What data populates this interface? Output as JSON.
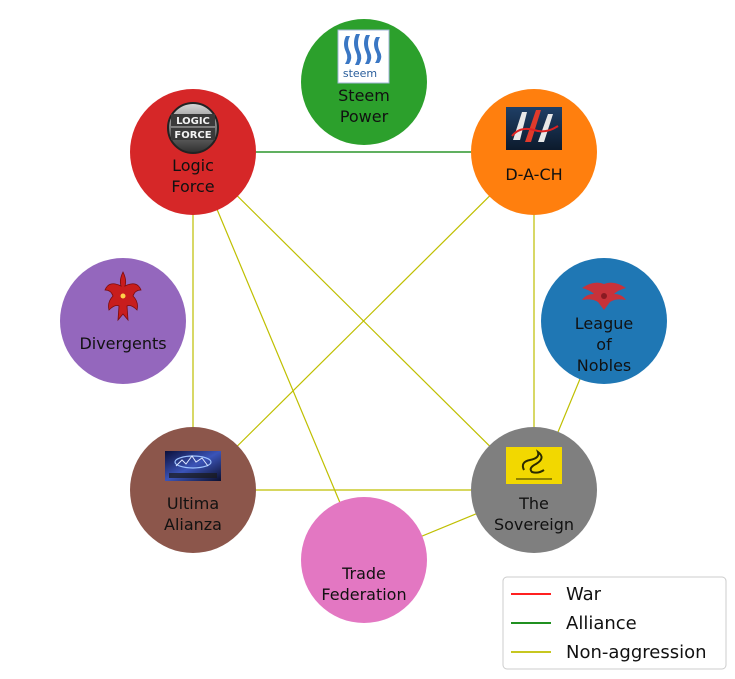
{
  "nodes": {
    "steem": {
      "label_lines": [
        "Steem",
        "Power"
      ],
      "color": "#2ca02c",
      "logo": "steem-logo-icon",
      "logo_text": "steem"
    },
    "dach": {
      "label_lines": [
        "D-A-CH"
      ],
      "color": "#ff7f0e",
      "logo": "dach-logo-icon"
    },
    "logic": {
      "label_lines": [
        "Logic",
        "Force"
      ],
      "color": "#d62728",
      "logo": "logic-force-logo-icon",
      "logo_text": [
        "LOGIC",
        "FORCE"
      ]
    },
    "divergents": {
      "label_lines": [
        "Divergents"
      ],
      "color": "#9467bd",
      "logo": "phoenix-icon"
    },
    "league": {
      "label_lines": [
        "League",
        "of",
        "Nobles"
      ],
      "color": "#1f77b4",
      "logo": "winged-crest-icon"
    },
    "ultima": {
      "label_lines": [
        "Ultima",
        "Alianza"
      ],
      "color": "#8c564b",
      "logo": "ultima-alianza-logo-icon"
    },
    "sovereign": {
      "label_lines": [
        "The",
        "Sovereign"
      ],
      "color": "#7f7f7f",
      "logo": "gadsden-flag-icon"
    },
    "trade": {
      "label_lines": [
        "Trade",
        "Federation"
      ],
      "color": "#e377c2"
    }
  },
  "edges": [
    {
      "from": "logic",
      "to": "dach",
      "type": "alliance"
    },
    {
      "from": "logic",
      "to": "ultima",
      "type": "non_aggression"
    },
    {
      "from": "logic",
      "to": "trade",
      "type": "non_aggression"
    },
    {
      "from": "logic",
      "to": "sovereign",
      "type": "non_aggression"
    },
    {
      "from": "dach",
      "to": "ultima",
      "type": "non_aggression"
    },
    {
      "from": "dach",
      "to": "sovereign",
      "type": "non_aggression"
    },
    {
      "from": "ultima",
      "to": "sovereign",
      "type": "non_aggression"
    },
    {
      "from": "sovereign",
      "to": "league",
      "type": "non_aggression"
    },
    {
      "from": "sovereign",
      "to": "trade",
      "type": "non_aggression"
    }
  ],
  "edge_colors": {
    "war": "#ff0000",
    "alliance": "#008000",
    "non_aggression": "#bfbf00"
  },
  "legend": {
    "items": [
      {
        "key": "war",
        "label": "War"
      },
      {
        "key": "alliance",
        "label": "Alliance"
      },
      {
        "key": "non_aggression",
        "label": "Non-aggression"
      }
    ]
  }
}
